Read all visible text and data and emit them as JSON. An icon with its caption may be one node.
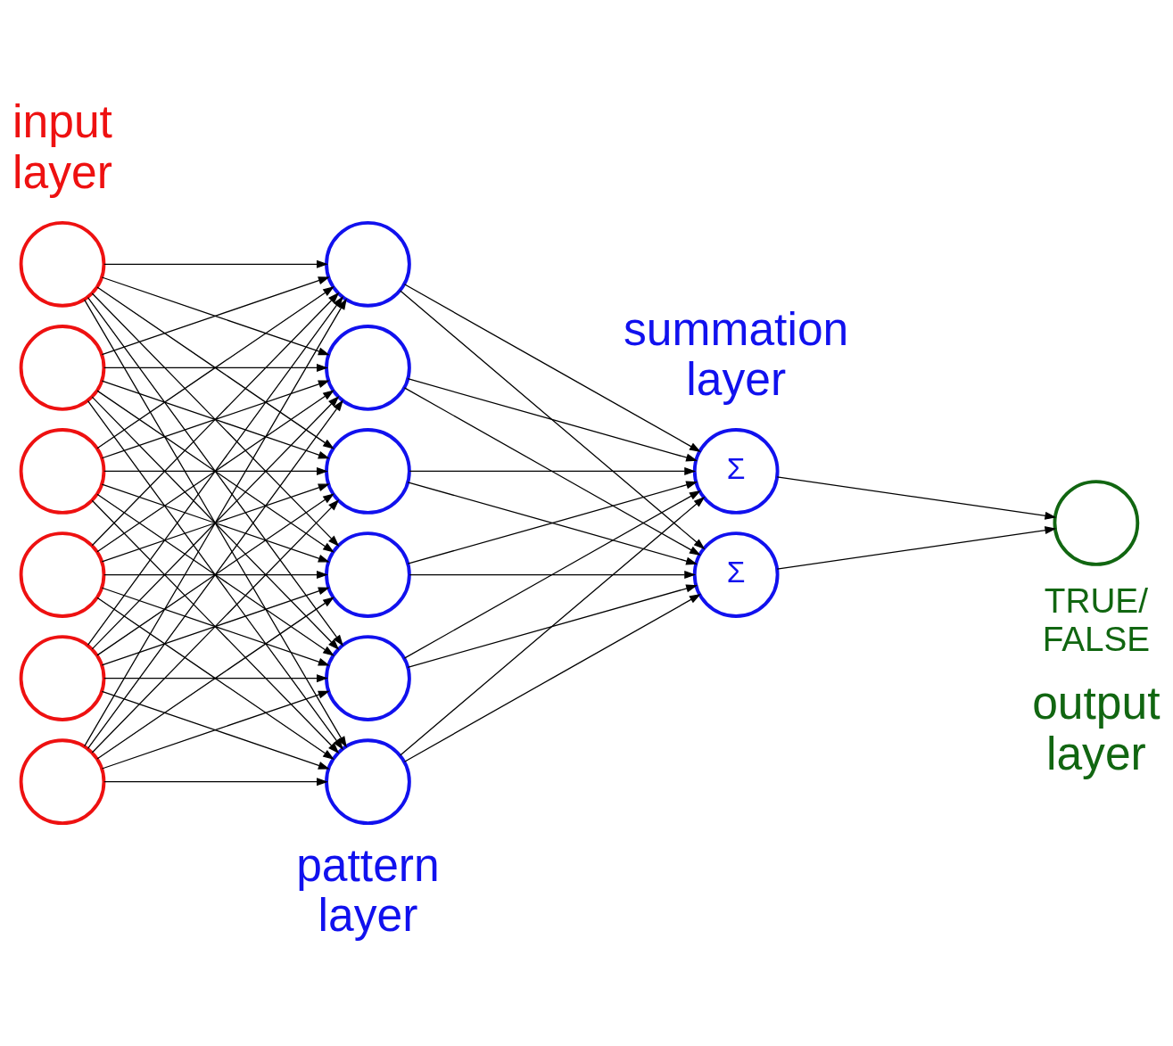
{
  "diagram": {
    "nodes": [
      {
        "text": [],
        "shape": "circle"
      },
      {
        "text": [],
        "shape": "circle"
      },
      {
        "text": [],
        "shape": "circle"
      },
      {
        "text": [],
        "shape": "circle"
      },
      {
        "text": [],
        "shape": "circle"
      },
      {
        "text": [],
        "shape": "circle"
      },
      {
        "text": [],
        "shape": "circle"
      },
      {
        "text": [],
        "shape": "circle"
      },
      {
        "text": [],
        "shape": "circle"
      },
      {
        "text": [],
        "shape": "circle"
      },
      {
        "text": [],
        "shape": "circle"
      },
      {
        "text": [],
        "shape": "circle"
      },
      {
        "text": [
          "Σ"
        ]
      },
      {
        "text": [
          "Σ"
        ]
      },
      {
        "text": [],
        "shape": "circle",
        "beside": [
          "TRUE/ FALSE"
        ]
      }
    ],
    "edges": [
      {
        "from": 0,
        "to": 6,
        "arrow": "to"
      },
      {
        "from": 0,
        "to": 7,
        "arrow": "to"
      },
      {
        "from": 0,
        "to": 8,
        "arrow": "to"
      },
      {
        "from": 0,
        "to": 9,
        "arrow": "to"
      },
      {
        "from": 0,
        "to": 10,
        "arrow": "to"
      },
      {
        "from": 0,
        "to": 11,
        "arrow": "to"
      },
      {
        "from": 1,
        "to": 6,
        "arrow": "to"
      },
      {
        "from": 1,
        "to": 7,
        "arrow": "to"
      },
      {
        "from": 1,
        "to": 8,
        "arrow": "to"
      },
      {
        "from": 1,
        "to": 9,
        "arrow": "to"
      },
      {
        "from": 1,
        "to": 10,
        "arrow": "to"
      },
      {
        "from": 1,
        "to": 11,
        "arrow": "to"
      },
      {
        "from": 2,
        "to": 6,
        "arrow": "to"
      },
      {
        "from": 2,
        "to": 7,
        "arrow": "to"
      },
      {
        "from": 2,
        "to": 8,
        "arrow": "to"
      },
      {
        "from": 2,
        "to": 9,
        "arrow": "to"
      },
      {
        "from": 2,
        "to": 10,
        "arrow": "to"
      },
      {
        "from": 2,
        "to": 11,
        "arrow": "to"
      },
      {
        "from": 3,
        "to": 6,
        "arrow": "to"
      },
      {
        "from": 3,
        "to": 7,
        "arrow": "to"
      },
      {
        "from": 3,
        "to": 8,
        "arrow": "to"
      },
      {
        "from": 3,
        "to": 9,
        "arrow": "to"
      },
      {
        "from": 3,
        "to": 10,
        "arrow": "to"
      },
      {
        "from": 3,
        "to": 11,
        "arrow": "to"
      },
      {
        "from": 4,
        "to": 6,
        "arrow": "to"
      },
      {
        "from": 4,
        "to": 7,
        "arrow": "to"
      },
      {
        "from": 4,
        "to": 8,
        "arrow": "to"
      },
      {
        "from": 4,
        "to": 9,
        "arrow": "to"
      },
      {
        "from": 4,
        "to": 10,
        "arrow": "to"
      },
      {
        "from": 4,
        "to": 11,
        "arrow": "to"
      },
      {
        "from": 5,
        "to": 6,
        "arrow": "to"
      },
      {
        "from": 5,
        "to": 7,
        "arrow": "to"
      },
      {
        "from": 5,
        "to": 8,
        "arrow": "to"
      },
      {
        "from": 5,
        "to": 9,
        "arrow": "to"
      },
      {
        "from": 5,
        "to": 10,
        "arrow": "to"
      },
      {
        "from": 5,
        "to": 11,
        "arrow": "to"
      },
      {
        "from": 6,
        "to": 12,
        "arrow": "to"
      },
      {
        "from": 6,
        "to": 13,
        "arrow": "to"
      },
      {
        "from": 7,
        "to": 12,
        "arrow": "to"
      },
      {
        "from": 7,
        "to": 13,
        "arrow": "to"
      },
      {
        "from": 8,
        "to": 12,
        "arrow": "to"
      },
      {
        "from": 8,
        "to": 13,
        "arrow": "to"
      },
      {
        "from": 9,
        "to": 12,
        "arrow": "to"
      },
      {
        "from": 9,
        "to": 13,
        "arrow": "to"
      },
      {
        "from": 10,
        "to": 12,
        "arrow": "to"
      },
      {
        "from": 10,
        "to": 13,
        "arrow": "to"
      },
      {
        "from": 11,
        "to": 12,
        "arrow": "to"
      },
      {
        "from": 11,
        "to": 13,
        "arrow": "to"
      },
      {
        "from": 12,
        "to": 14,
        "arrow": "to"
      },
      {
        "from": 13,
        "to": 14,
        "arrow": "to"
      }
    ],
    "labels": [
      "input layer",
      "summation layer",
      "pattern layer",
      "output layer"
    ]
  }
}
